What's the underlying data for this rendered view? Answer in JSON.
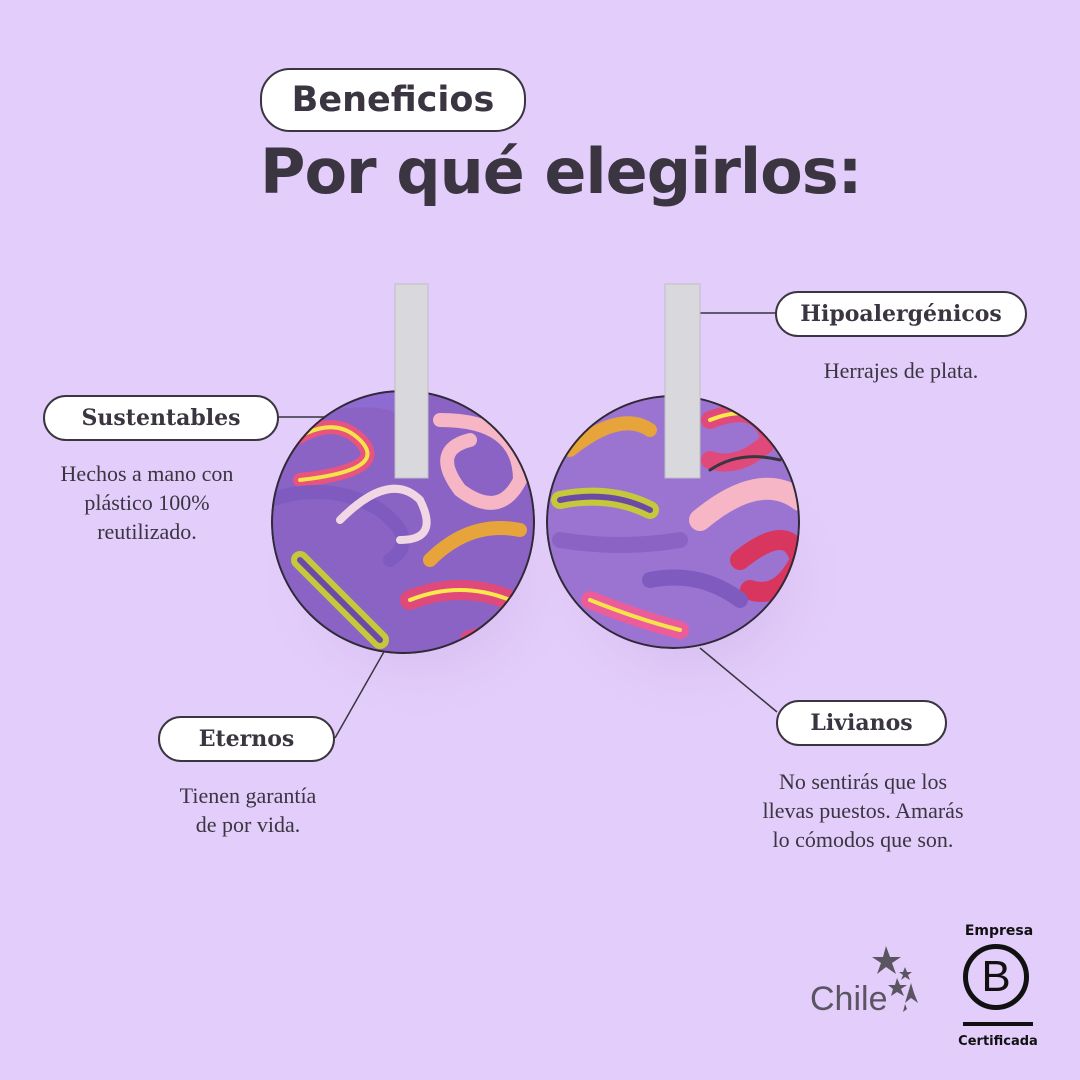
{
  "header": {
    "tag": "Beneficios",
    "title": "Por qué elegirlos:"
  },
  "benefits": [
    {
      "label": "Sustentables",
      "text": "Hechos a mano con\nplástico 100%\nreutilizado."
    },
    {
      "label": "Hipoalergénicos",
      "text": "Herrajes de plata."
    },
    {
      "label": "Eternos",
      "text": "Tienen garantía\nde por vida."
    },
    {
      "label": "Livianos",
      "text": "No sentirás que los\nllevas puestos. Amarás\nlo cómodos que son."
    }
  ],
  "logos": {
    "chile": "Chile",
    "bcorp_top": "Empresa",
    "bcorp_letter": "B",
    "bcorp_bottom": "Certificada"
  },
  "colors": {
    "background": "#e3cdfa",
    "text": "#3a3540"
  }
}
